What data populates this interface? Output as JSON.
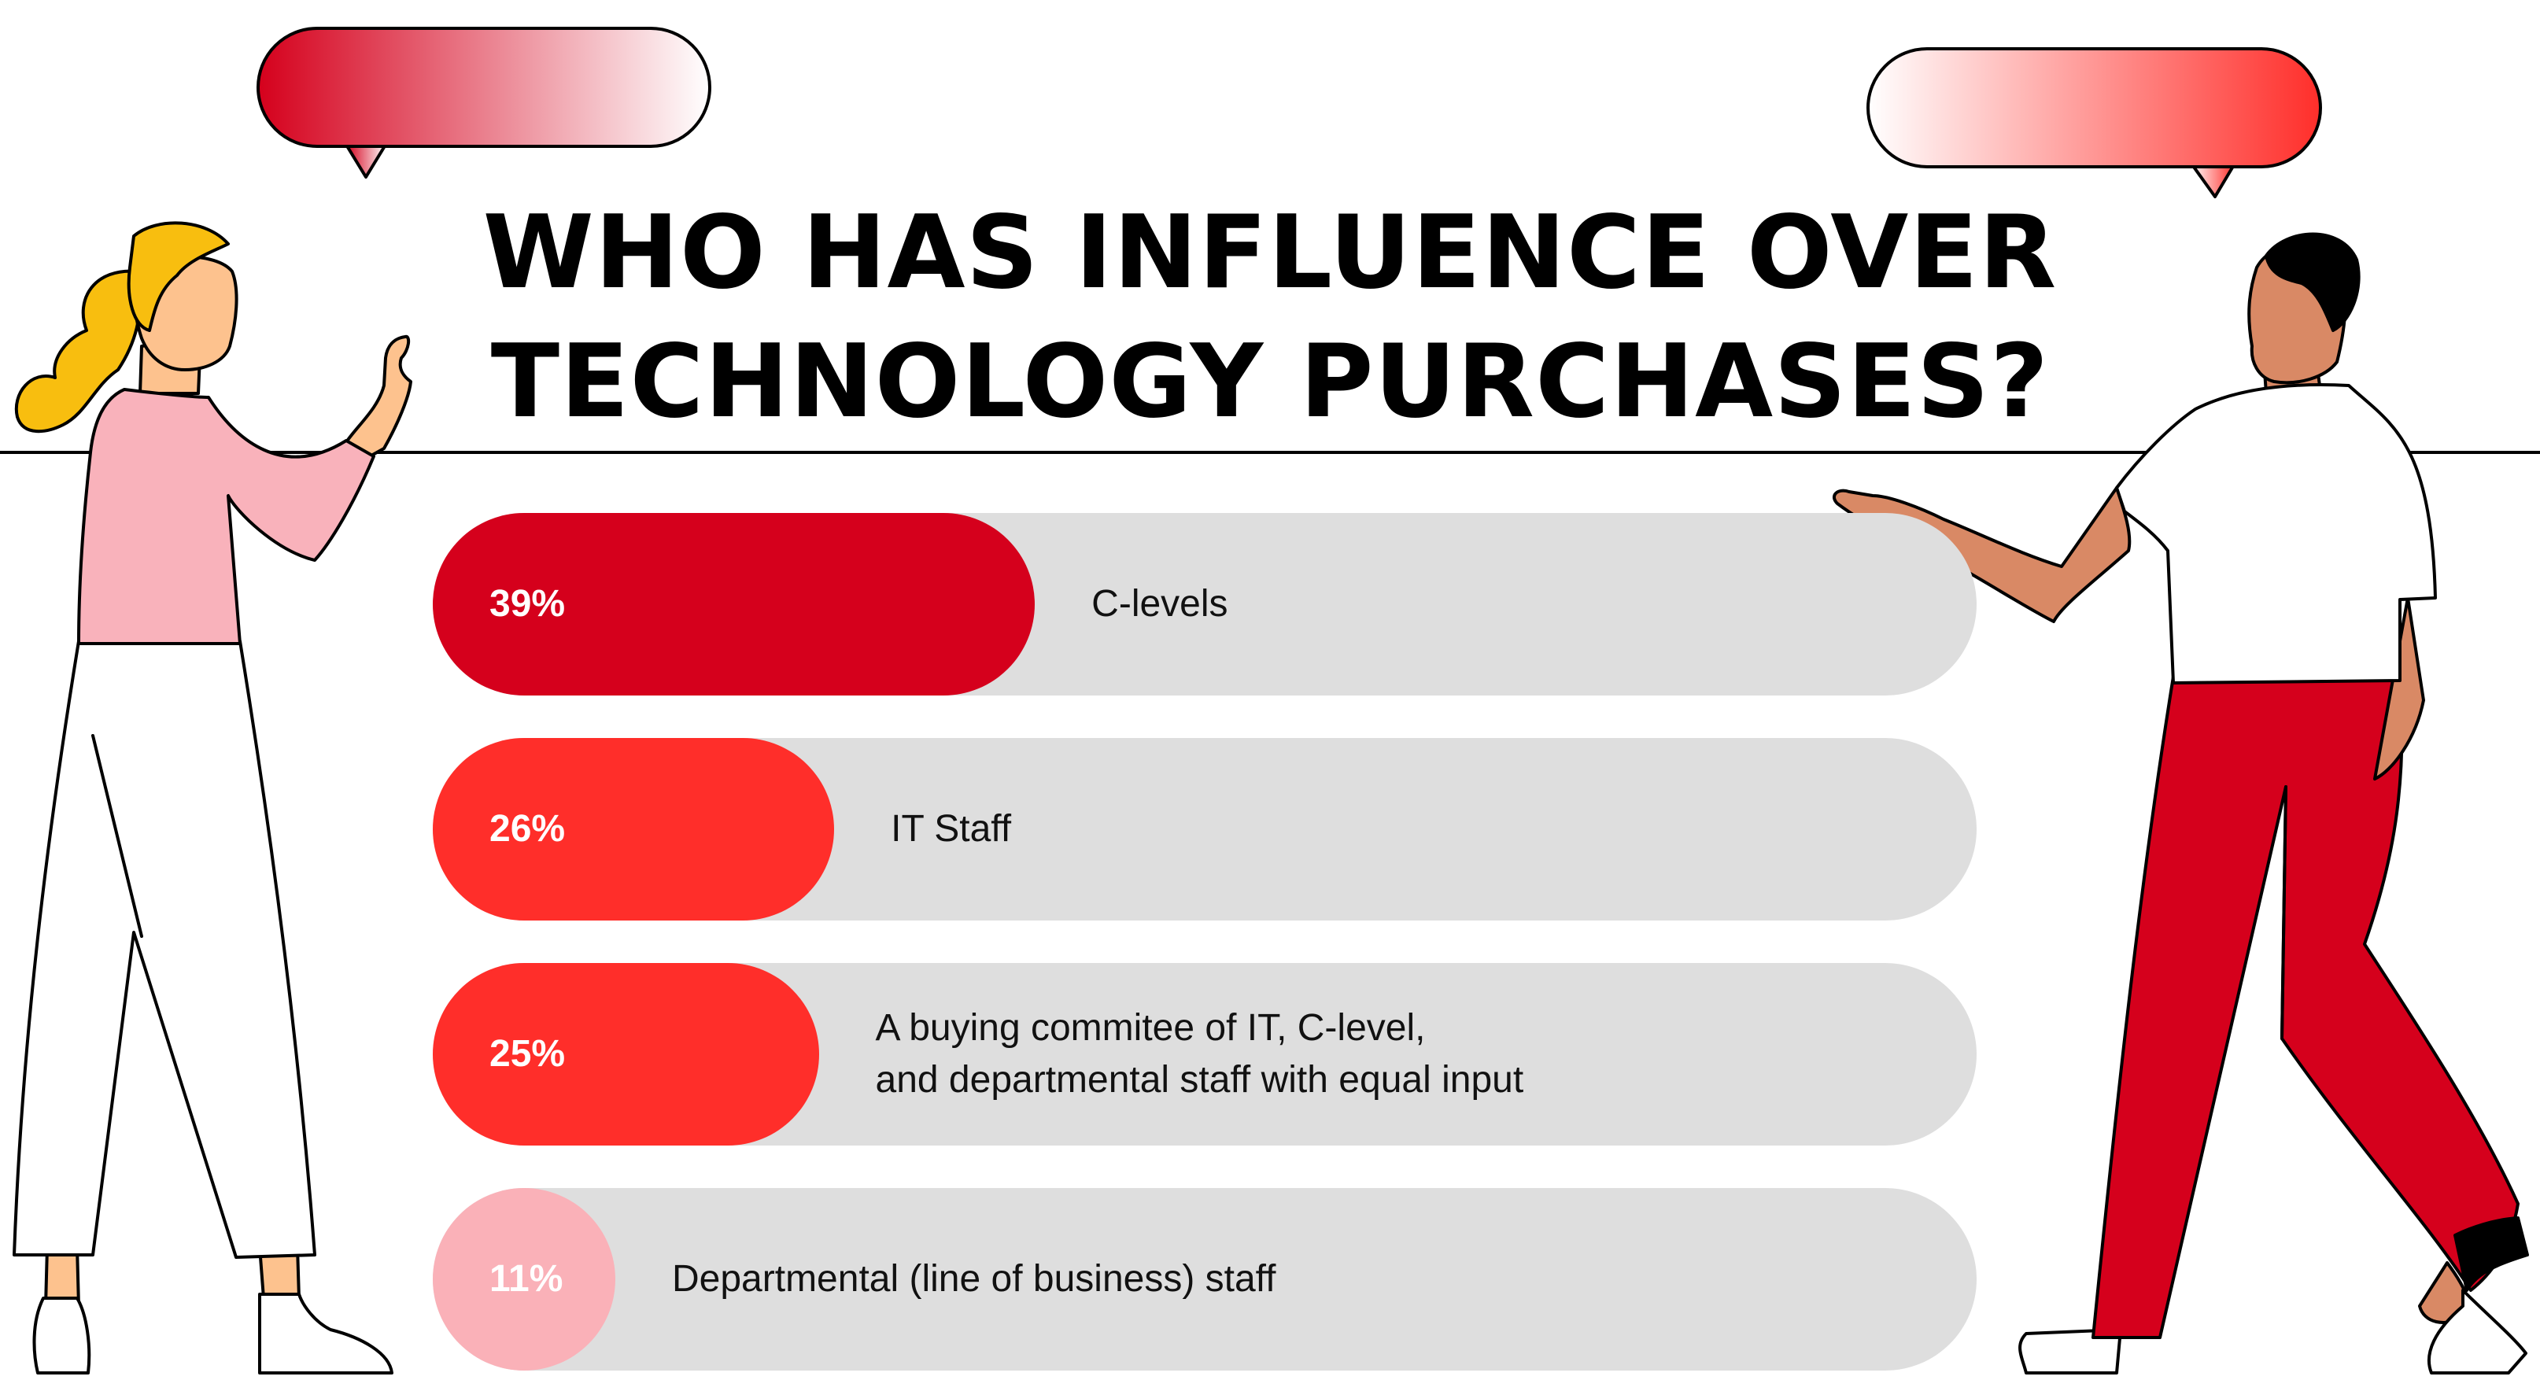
{
  "title_lines": [
    "WHO HAS INFLUENCE OVER",
    "TECHNOLOGY PURCHASES?"
  ],
  "colors": {
    "dark_red": "#d5001c",
    "bright_red": "#ff2e2a",
    "pink": "#fab1b8",
    "track": "#dedede",
    "skin_light": "#fdc28e",
    "skin_dark": "#d98965",
    "hair": "#f8be0f",
    "shirt_pink": "#f9b2bb",
    "pants_red": "#d5001c"
  },
  "chart_data": {
    "type": "bar",
    "orientation": "horizontal",
    "unit": "%",
    "xlim": [
      0,
      100
    ],
    "bars": [
      {
        "category": "C-levels",
        "value": 39,
        "label": "39%",
        "color": "#d5001c"
      },
      {
        "category": "IT Staff",
        "value": 26,
        "label": "26%",
        "color": "#ff2e2a"
      },
      {
        "category": "A buying commitee of IT, C-level,\nand departmental staff with equal input",
        "value": 25,
        "label": "25%",
        "color": "#ff2e2a"
      },
      {
        "category": "Departmental (line of business) staff",
        "value": 11,
        "label": "11%",
        "color": "#fab1b8"
      }
    ]
  }
}
